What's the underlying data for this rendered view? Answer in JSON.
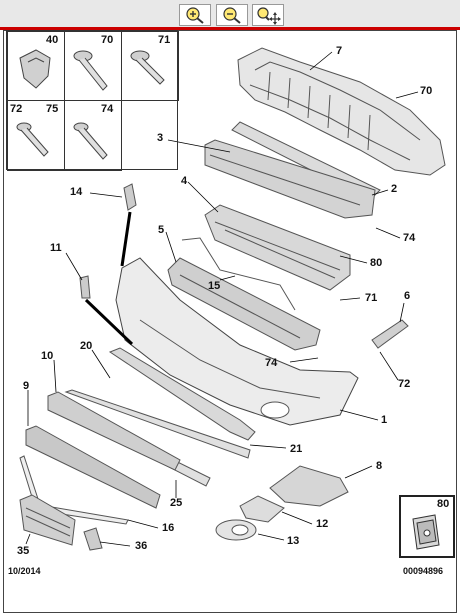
{
  "toolbar": {
    "buttons": [
      {
        "name": "zoom-in-button",
        "icon": "zoom-in-icon"
      },
      {
        "name": "zoom-out-button",
        "icon": "zoom-out-icon"
      },
      {
        "name": "zoom-pan-button",
        "icon": "zoom-move-icon"
      }
    ]
  },
  "hardware": {
    "l40": "40",
    "l70": "70",
    "l71": "71",
    "l72": "72",
    "l75": "75",
    "l74": "74"
  },
  "callouts": {
    "c7": "7",
    "c70": "70",
    "c3": "3",
    "c2": "2",
    "c74a": "74",
    "c14": "14",
    "c4": "4",
    "c80": "80",
    "c5": "5",
    "c11": "11",
    "c15": "15",
    "c71": "71",
    "c6": "6",
    "c20": "20",
    "c74b": "74",
    "c72": "72",
    "c10": "10",
    "c1": "1",
    "c9": "9",
    "c21": "21",
    "c8": "8",
    "c25": "25",
    "c16": "16",
    "c12": "12",
    "c13": "13",
    "c35": "35",
    "c36": "36"
  },
  "inset": {
    "label": "80"
  },
  "footer": {
    "date": "10/2014",
    "ref": "00094896"
  }
}
